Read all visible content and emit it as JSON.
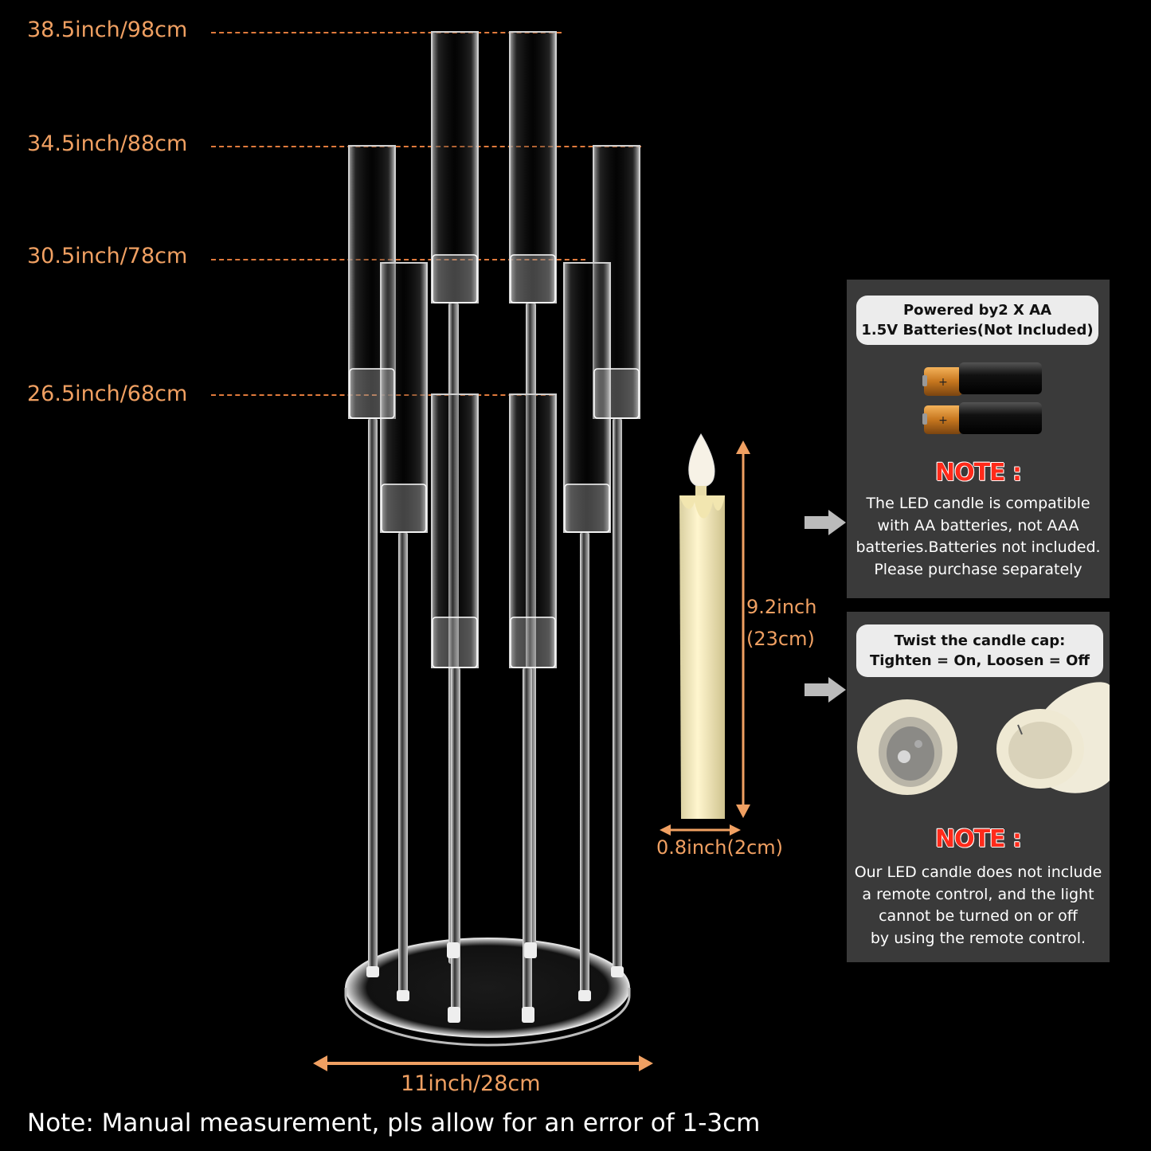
{
  "height_labels": [
    {
      "text": "38.5inch/98cm"
    },
    {
      "text": "34.5inch/88cm"
    },
    {
      "text": "30.5inch/78cm"
    },
    {
      "text": "26.5inch/68cm"
    }
  ],
  "base_width_label": "11inch/28cm",
  "candle": {
    "height_label_inch": "9.2inch",
    "height_label_cm": "(23cm)",
    "diameter_label": "0.8inch(2cm)"
  },
  "battery_panel": {
    "pill_line1": "Powered by2 X AA",
    "pill_line2": "1.5V Batteries(Not Included)",
    "note_title": "NOTE :",
    "note_lines": [
      "The LED candle is compatible",
      "with AA batteries, not AAA",
      "batteries.Batteries not included.",
      "Please purchase separately"
    ]
  },
  "cap_panel": {
    "pill_line1": "Twist the candle cap:",
    "pill_line2": "Tighten = On, Loosen = Off",
    "note_title": "NOTE :",
    "note_lines": [
      "Our LED candle does not include",
      "a remote control, and the light",
      "cannot be turned on or off",
      "by using the remote control."
    ]
  },
  "footer_note": "Note: Manual measurement, pls allow for an error of 1-3cm",
  "colors": {
    "background": "#000000",
    "dimension_orange": "#f0a062",
    "note_red": "#ff2a1a",
    "panel_gray": "#3a3a3a"
  }
}
